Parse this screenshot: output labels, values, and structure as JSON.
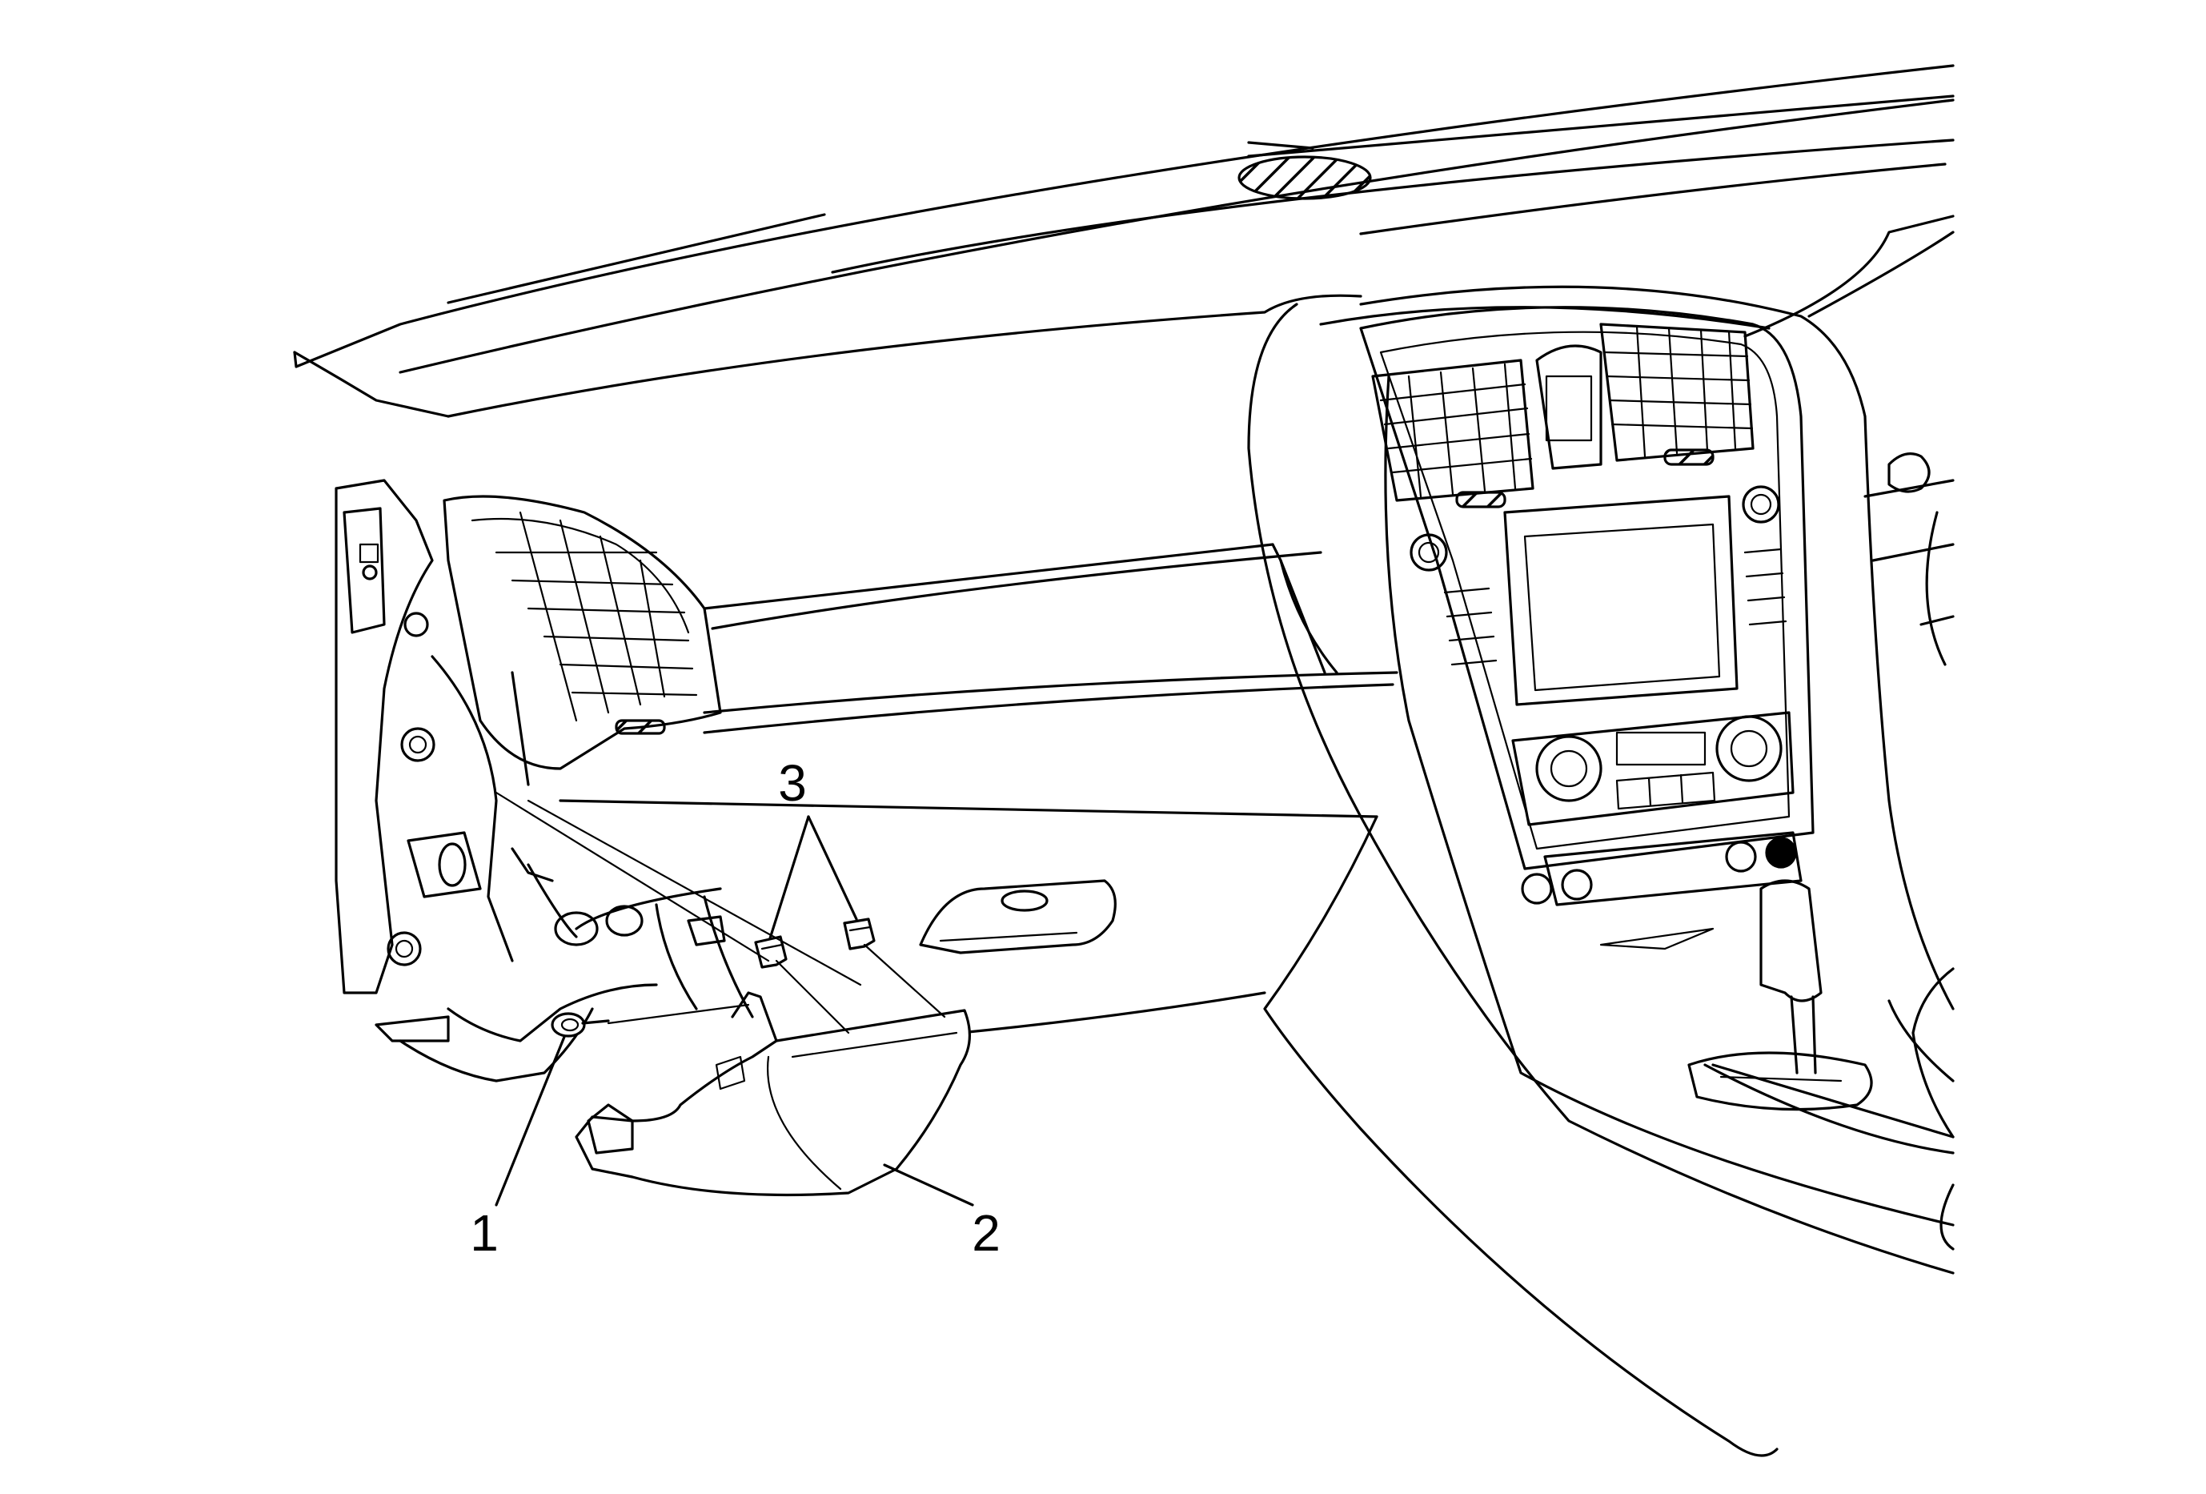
{
  "callouts": [
    {
      "id": "1",
      "label": "1",
      "part": "fastener"
    },
    {
      "id": "2",
      "label": "2",
      "part": "lower-trim-panel"
    },
    {
      "id": "3",
      "label": "3",
      "part": "retaining-clips"
    }
  ],
  "colors": {
    "line": "#000000",
    "background": "#ffffff"
  }
}
